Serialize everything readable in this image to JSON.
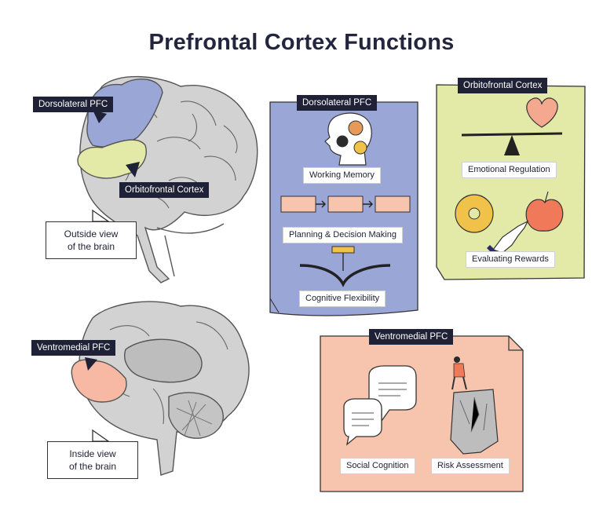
{
  "title": "Prefrontal Cortex Functions",
  "brain_outside": {
    "tag_dorsolateral": "Dorsolateral PFC",
    "tag_orbitofrontal": "Orbitofrontal Cortex",
    "bubble": "Outside view\nof the  brain"
  },
  "brain_inside": {
    "tag_ventromedial": "Ventromedial PFC",
    "bubble": "Inside view\nof the  brain"
  },
  "panel_dorsolateral": {
    "header": "Dorsolateral PFC",
    "items": [
      "Working Memory",
      "Planning & Decision Making",
      "Cognitive Flexibility"
    ]
  },
  "panel_orbitofrontal": {
    "header": "Orbitofrontal Cortex",
    "items": [
      "Emotional Regulation",
      "Evaluating Rewards"
    ]
  },
  "panel_ventromedial": {
    "header": "Ventromedial PFC",
    "items": [
      "Social Cognition",
      "Risk Assessment"
    ]
  },
  "colors": {
    "dorsolateral": "#9aa6d6",
    "orbitofrontal": "#e3e9a6",
    "ventromedial": "#f7c4ad",
    "brain": "#d2d2d2",
    "tag": "#1f2136"
  }
}
